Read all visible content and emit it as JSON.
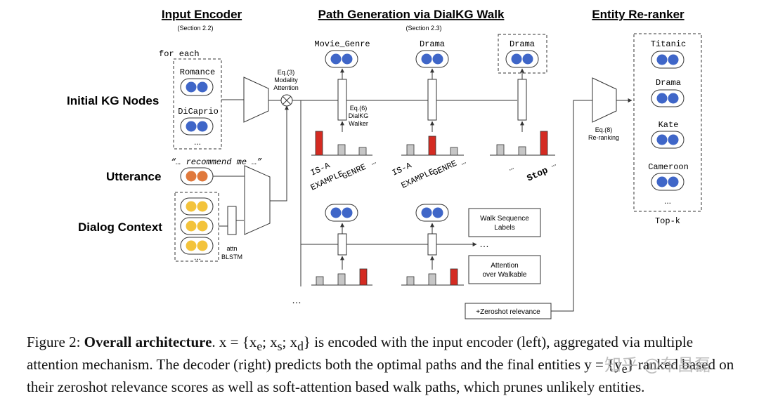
{
  "sections": {
    "input_encoder": "Input Encoder",
    "input_encoder_ref": "(Section 2.2)",
    "path_generation": "Path Generation via DialKG Walk",
    "path_generation_ref": "(Section 2.3)",
    "entity_reranker": "Entity Re-ranker"
  },
  "rows": {
    "kg_nodes": "Initial KG Nodes",
    "utterance": "Utterance",
    "dialog_context": "Dialog Context"
  },
  "encoder": {
    "for_each": "for each",
    "node1": "Romance",
    "node2": "DiCaprio",
    "ellipsis": "...",
    "utterance_quote": "“… recommend me …”",
    "attn1": "attn",
    "attn2": "BLSTM",
    "ctx_ellipsis": "..."
  },
  "modality": {
    "l1": "Eq.(3)",
    "l2": "Modality",
    "l3": "Attention"
  },
  "walker": {
    "l1": "Eq.(6)",
    "l2": "DialKG",
    "l3": "Walker"
  },
  "nodes": {
    "n1": "Movie_Genre",
    "n2": "Drama",
    "n3": "Drama"
  },
  "bar_labels": {
    "g1": [
      "IS-A",
      "EXAMPLE",
      "GENRE",
      "…"
    ],
    "g2": [
      "IS-A",
      "EXAMPLE",
      "GENRE",
      "…"
    ],
    "g3": [
      "…",
      "Stop",
      "…"
    ]
  },
  "lower": {
    "dots": "…",
    "walk_seq_l1": "Walk Sequence",
    "walk_seq_l2": "Labels",
    "attn_walk_l1": "Attention",
    "attn_walk_l2": "over Walkable",
    "left_dots": "…",
    "zeroshot": "+Zeroshot relevance"
  },
  "reranker": {
    "l1": "Eq.(8)",
    "l2": "Re-ranking",
    "items": [
      "Titanic",
      "Drama",
      "Kate",
      "Cameroon"
    ],
    "dots": "...",
    "topk": "Top-k"
  },
  "caption": {
    "prefix": "Figure 2: ",
    "bold": "Overall architecture",
    "p1": ". x = {x",
    "s1": "e",
    "p2": "; x",
    "s2": "s",
    "p3": "; x",
    "s3": "d",
    "p4": "} is encoded with the input encoder (left), aggregated via multiple attention mechanism. The decoder (right) predicts both the optimal paths and the final entities y = {y",
    "s4": "e",
    "p5": "} ranked based on their zeroshot relevance scores as well as soft-attention based walk paths, which prunes unlikely entities."
  },
  "watermark": "知乎 @车昌磊",
  "colors": {
    "blue": "#3f66c8",
    "orange": "#e0793c",
    "yellow": "#f3c33b",
    "red": "#d42b22",
    "gray": "#c6c6c6"
  }
}
